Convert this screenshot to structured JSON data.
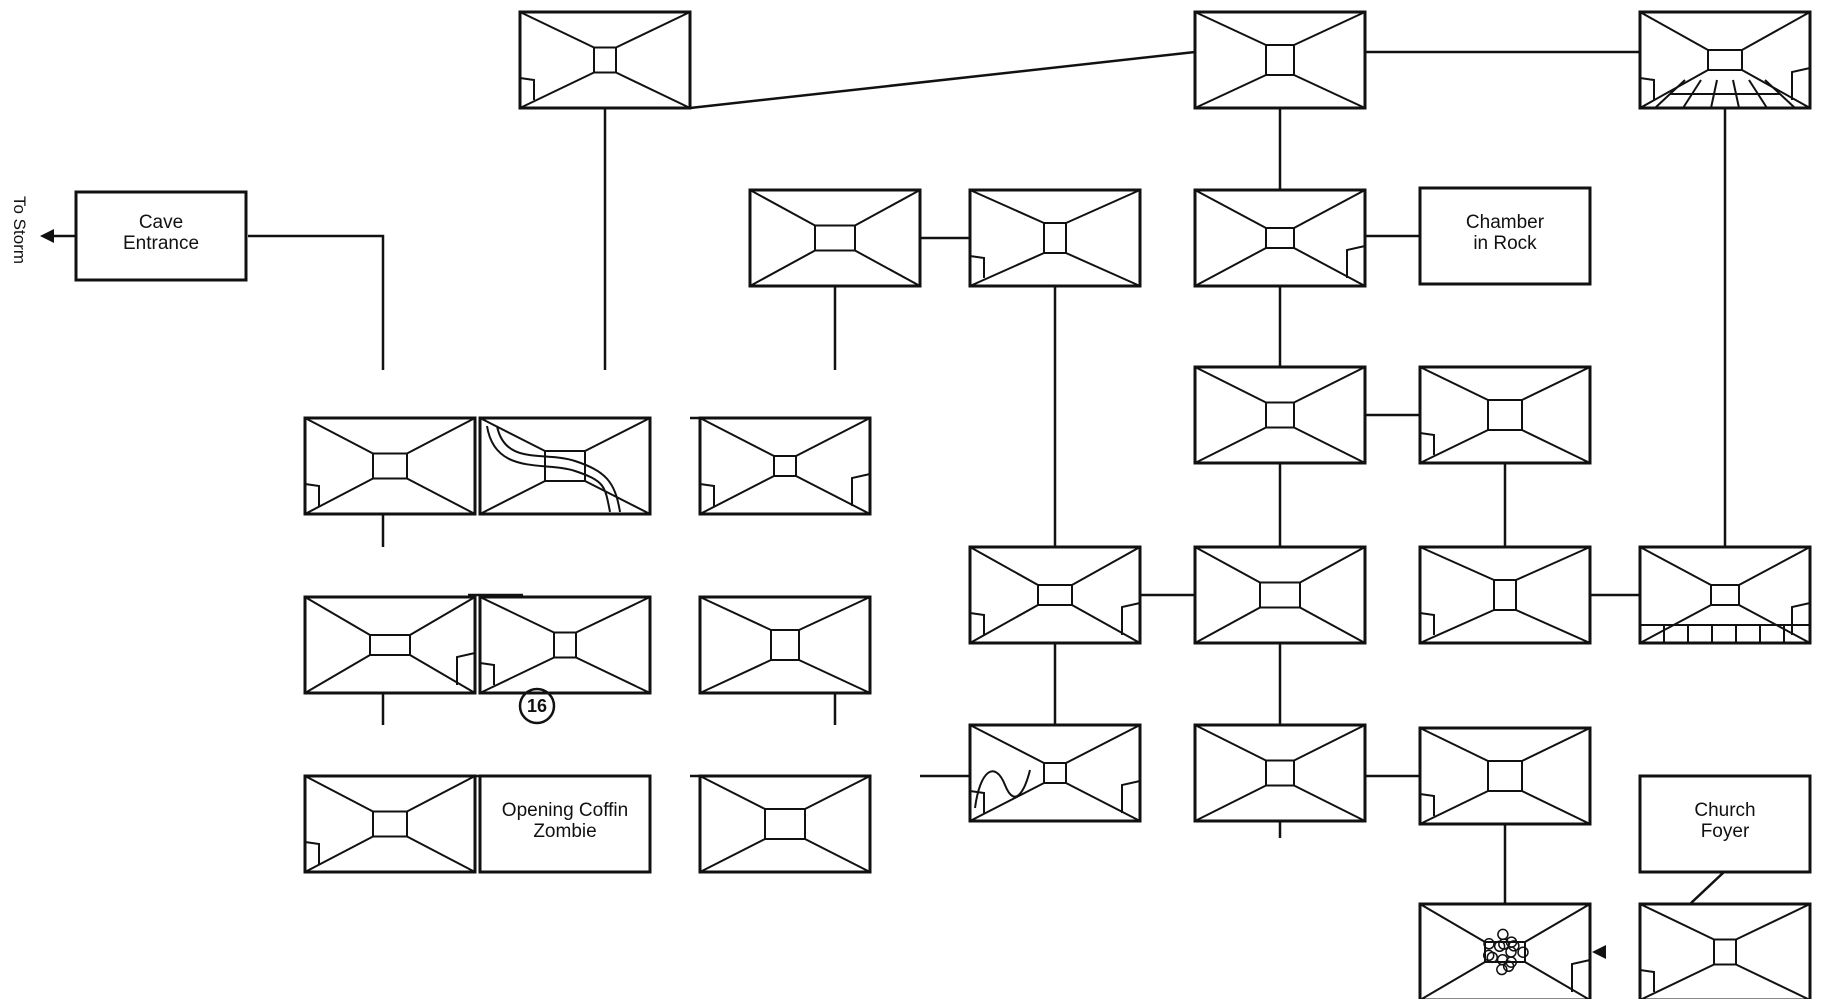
{
  "exit_label": "To Storm",
  "marker_number": "16",
  "rooms": [
    {
      "id": "cave-entrance",
      "kind": "text",
      "lines": [
        "Cave",
        "Entrance"
      ]
    },
    {
      "id": "chamber-in-rock",
      "kind": "text",
      "lines": [
        "Chamber",
        "in Rock"
      ]
    },
    {
      "id": "opening-coffin-zombie",
      "kind": "text",
      "lines": [
        "Opening Coffin",
        "Zombie"
      ]
    },
    {
      "id": "church-foyer",
      "kind": "text",
      "lines": [
        "Church",
        "Foyer"
      ]
    },
    {
      "id": "r-top-1",
      "kind": "corridor"
    },
    {
      "id": "r-top-2",
      "kind": "corridor"
    },
    {
      "id": "r-top-3",
      "kind": "corridor"
    },
    {
      "id": "r-a1",
      "kind": "corridor"
    },
    {
      "id": "r-a2",
      "kind": "corridor"
    },
    {
      "id": "r-a3",
      "kind": "corridor"
    },
    {
      "id": "r-b0",
      "kind": "corridor"
    },
    {
      "id": "r-b1",
      "kind": "corridor"
    },
    {
      "id": "r-b2",
      "kind": "corridor"
    },
    {
      "id": "r-b4",
      "kind": "corridor"
    },
    {
      "id": "r-b5",
      "kind": "corridor"
    },
    {
      "id": "r-c0",
      "kind": "corridor"
    },
    {
      "id": "r-c1",
      "kind": "corridor"
    },
    {
      "id": "r-c2",
      "kind": "corridor"
    },
    {
      "id": "r-c3",
      "kind": "corridor"
    },
    {
      "id": "r-c4",
      "kind": "corridor"
    },
    {
      "id": "r-c5",
      "kind": "corridor"
    },
    {
      "id": "r-c6",
      "kind": "corridor"
    },
    {
      "id": "r-d0",
      "kind": "corridor"
    },
    {
      "id": "r-d2",
      "kind": "corridor"
    },
    {
      "id": "r-d3",
      "kind": "corridor"
    },
    {
      "id": "r-d4",
      "kind": "corridor"
    },
    {
      "id": "r-d5",
      "kind": "corridor"
    },
    {
      "id": "r-e5",
      "kind": "corridor"
    },
    {
      "id": "r-e6",
      "kind": "corridor"
    }
  ]
}
